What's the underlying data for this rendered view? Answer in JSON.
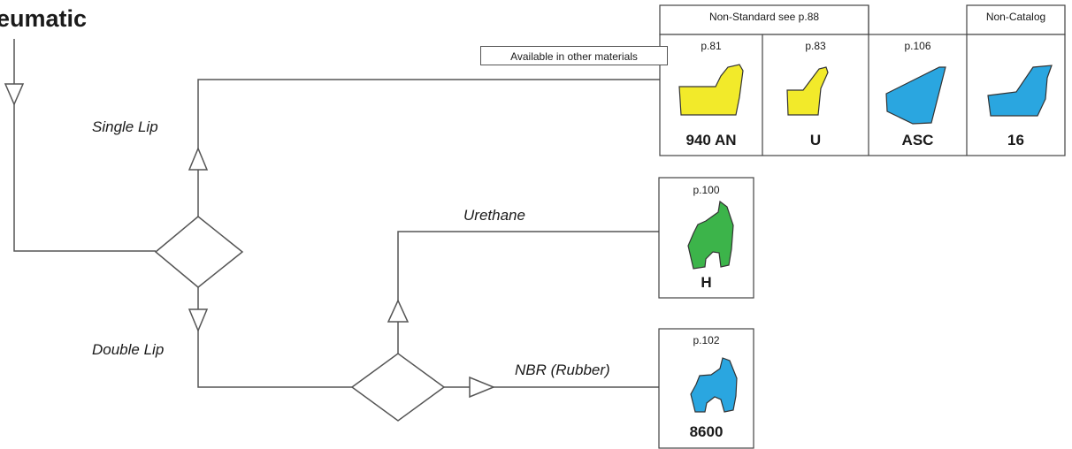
{
  "title": "eumatic",
  "branches": {
    "single_lip": "Single Lip",
    "double_lip": "Double Lip",
    "urethane": "Urethane",
    "nbr": "NBR (Rubber)"
  },
  "note": "Available in other materials",
  "headers": {
    "non_standard": "Non-Standard see p.88",
    "non_catalog": "Non-Catalog"
  },
  "seals": [
    {
      "page": "p.81",
      "name": "940 AN",
      "color": "#f2ea2a"
    },
    {
      "page": "p.83",
      "name": "U",
      "color": "#f2ea2a"
    },
    {
      "page": "p.106",
      "name": "ASC",
      "color": "#2aa6e0"
    },
    {
      "page": "",
      "name": "16",
      "color": "#2aa6e0"
    },
    {
      "page": "p.100",
      "name": "H",
      "color": "#3cb44a"
    },
    {
      "page": "p.102",
      "name": "8600",
      "color": "#2aa6e0"
    }
  ]
}
